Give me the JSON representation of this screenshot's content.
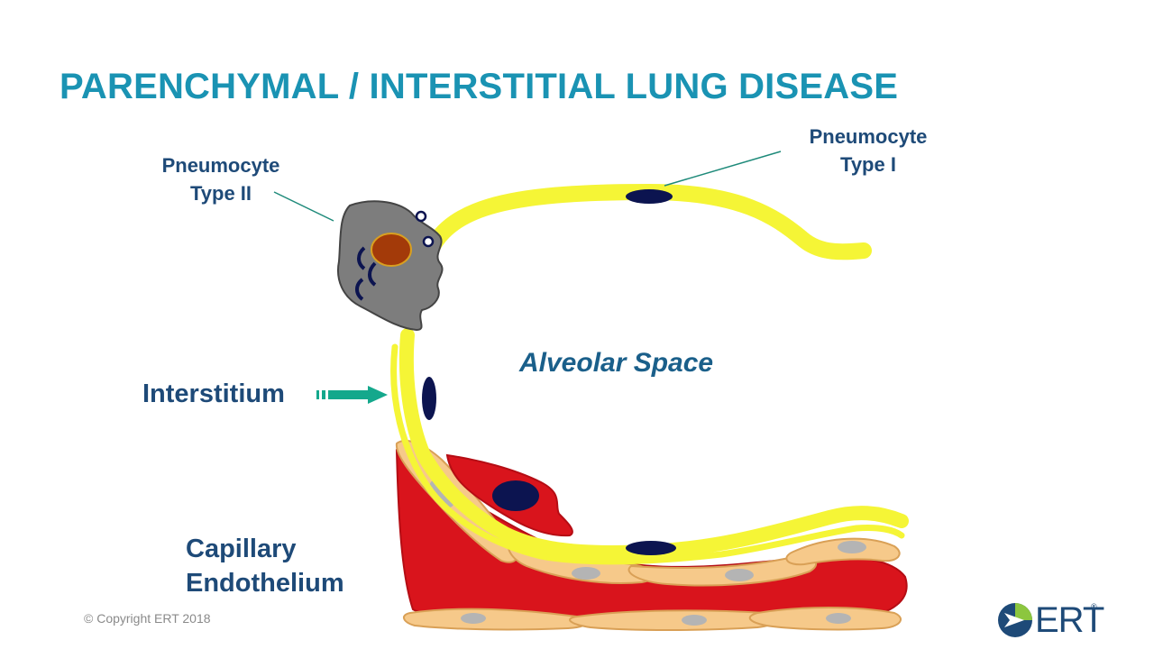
{
  "slide": {
    "title": "PARENCHYMAL / INTERSTITIAL LUNG DISEASE",
    "copyright": "© Copyright ERT 2018"
  },
  "labels": {
    "pneumocyte_type1_line1": "Pneumocyte",
    "pneumocyte_type1_line2": "Type I",
    "pneumocyte_type2_line1": "Pneumocyte",
    "pneumocyte_type2_line2": "Type II",
    "interstitium": "Interstitium",
    "alveolar_space": "Alveolar Space",
    "capillary_line1": "Capillary",
    "capillary_line2": "Endothelium"
  },
  "logo": {
    "text": "ERT",
    "reg_mark": "®"
  },
  "colors": {
    "title": "#1a93b3",
    "label": "#1e4a78",
    "membrane": "#f5f536",
    "capillary": "#d9141c",
    "endothelial_cell": "#f6c98a",
    "nucleus": "#0c1450",
    "arrow": "#14a88c",
    "logo_blue": "#1e4a78",
    "logo_green": "#8cc63f"
  },
  "icons": {
    "arrow": "right-arrow-icon",
    "logo": "ert-logo-icon"
  }
}
